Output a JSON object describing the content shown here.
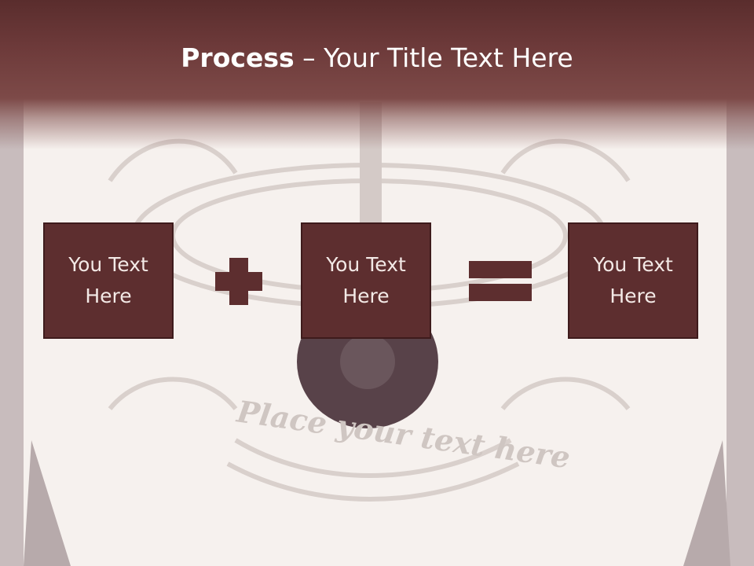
{
  "slide": {
    "title_bold": "Process",
    "title_rest": " – Your Title Text Here",
    "boxes": [
      {
        "label": "You Text Here"
      },
      {
        "label": "You Text Here"
      },
      {
        "label": "You Text Here"
      }
    ],
    "operators": [
      "plus-icon",
      "equals-icon"
    ],
    "background_banner": "Place your text here",
    "colors": {
      "header": "#6d3a3a",
      "box": "#5d2e2f",
      "paper": "#f6f1ee"
    }
  }
}
